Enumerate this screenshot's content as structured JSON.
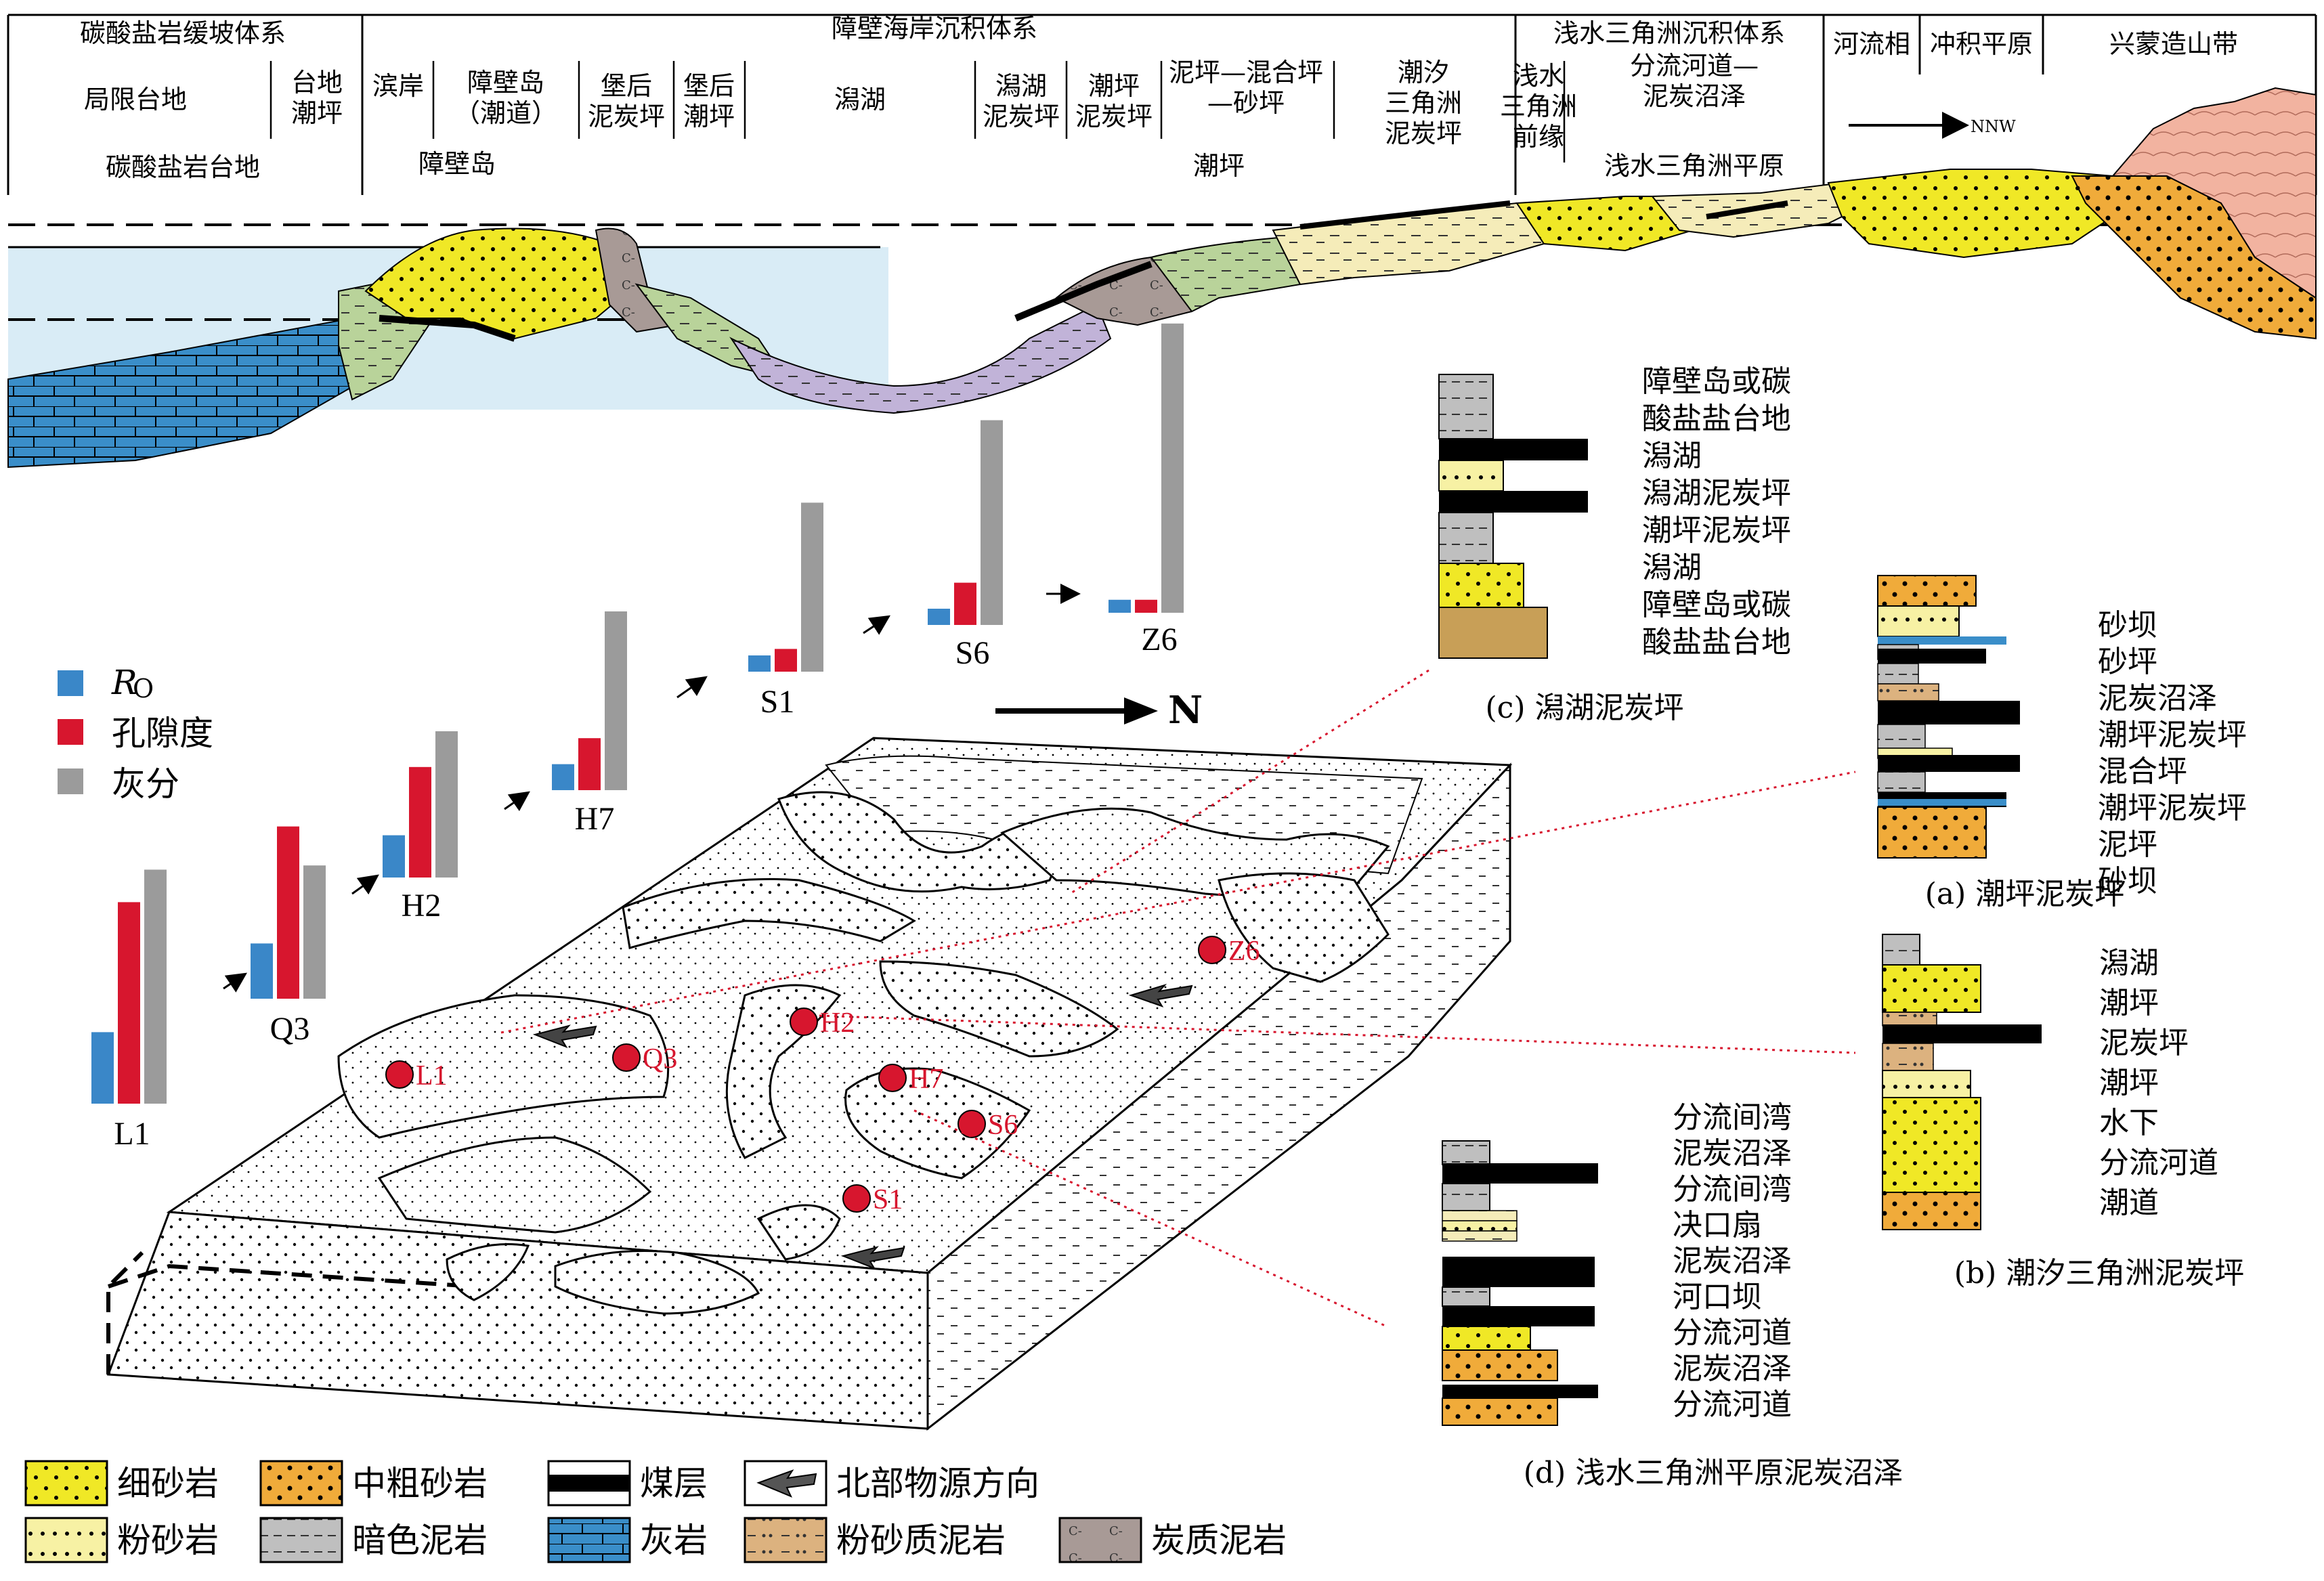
{
  "header": {
    "sys_carbonate": "碳酸盐岩缓坡体系",
    "sys_barrier": "障壁海岸沉积体系",
    "sys_delta": "浅水三角洲沉积体系",
    "sub": {
      "restricted_platform": "局限台地",
      "platform_tidal_flat_1": "台地",
      "platform_tidal_flat_2": "潮坪",
      "shore": "滨岸",
      "barrier_island_1": "障壁岛",
      "barrier_island_2": "（潮道）",
      "back_barrier_peat_1": "堡后",
      "back_barrier_peat_2": "泥炭坪",
      "back_barrier_tidal_1": "堡后",
      "back_barrier_tidal_2": "潮坪",
      "lagoon": "潟湖",
      "lagoon_peat_1": "潟湖",
      "lagoon_peat_2": "泥炭坪",
      "tidal_peat_1": "潮坪",
      "tidal_peat_2": "泥炭坪",
      "mud_mixed_sand_1": "泥坪—混合坪",
      "mud_mixed_sand_2": "—砂坪",
      "tidal_delta_1": "潮汐",
      "tidal_delta_2": "三角洲",
      "tidal_delta_3": "泥炭坪",
      "front_1": "浅水",
      "front_2": "三角洲",
      "front_3": "前缘",
      "distributary_1": "分流河道—",
      "distributary_2": "泥炭沼泽",
      "fluvial": "河流相",
      "alluvial": "冲积平原",
      "orogen": "兴蒙造山带",
      "carbonate_platform": "碳酸盐岩台地",
      "barrier_island": "障壁岛",
      "tidal_flat": "潮坪",
      "delta_plain": "浅水三角洲平原",
      "direction": "NNW"
    }
  },
  "bar_legend": {
    "ro_label_italic": "R",
    "ro_label_sub": "O",
    "porosity": "孔隙度",
    "ash": "灰分"
  },
  "bar_colors": {
    "ro": "#3a87c8",
    "porosity": "#d7162e",
    "ash": "#9b9b9b"
  },
  "bar_groups": [
    {
      "name": "L1",
      "ro": 0.22,
      "porosity": 0.62,
      "ash": 0.72
    },
    {
      "name": "Q3",
      "ro": 0.17,
      "porosity": 0.53,
      "ash": 0.41
    },
    {
      "name": "H2",
      "ro": 0.13,
      "porosity": 0.34,
      "ash": 0.45
    },
    {
      "name": "H7",
      "ro": 0.08,
      "porosity": 0.16,
      "ash": 0.55
    },
    {
      "name": "S1",
      "ro": 0.05,
      "porosity": 0.07,
      "ash": 0.52
    },
    {
      "name": "S6",
      "ro": 0.05,
      "porosity": 0.13,
      "ash": 0.63
    },
    {
      "name": "Z6",
      "ro": 0.04,
      "porosity": 0.04,
      "ash": 0.89
    }
  ],
  "north_label": "N",
  "map_points": [
    {
      "name": "L1"
    },
    {
      "name": "Q3"
    },
    {
      "name": "H2"
    },
    {
      "name": "H7"
    },
    {
      "name": "S6"
    },
    {
      "name": "S1"
    },
    {
      "name": "Z6"
    }
  ],
  "columns": {
    "c": {
      "title": "(c) 潟湖泥炭坪",
      "labels": [
        "障壁岛或碳",
        "酸盐盐台地",
        "潟湖",
        "潟湖泥炭坪",
        "潮坪泥炭坪",
        "潟湖",
        "障壁岛或碳",
        "酸盐盐台地"
      ]
    },
    "a": {
      "title": "(a) 潮坪泥炭坪",
      "labels": [
        "砂坝",
        "砂坪",
        "泥炭沼泽",
        "潮坪泥炭坪",
        "混合坪",
        "潮坪泥炭坪",
        "泥坪",
        "砂坝"
      ]
    },
    "b": {
      "title": "(b) 潮汐三角洲泥炭坪",
      "labels": [
        "潟湖",
        "潮坪",
        "泥炭坪",
        "潮坪",
        "水下",
        "分流河道",
        "潮道"
      ]
    },
    "d": {
      "title": "(d) 浅水三角洲平原泥炭沼泽",
      "labels": [
        "分流间湾",
        "泥炭沼泽",
        "分流间湾",
        "决口扇",
        "泥炭沼泽",
        "河口坝",
        "分流河道",
        "泥炭沼泽",
        "分流河道"
      ]
    }
  },
  "legend": [
    {
      "label": "细砂岩",
      "color": "#f0e826"
    },
    {
      "label": "中粗砂岩",
      "color": "#f0ab3a"
    },
    {
      "label": "煤层",
      "color": "#000000"
    },
    {
      "label": "北部物源方向",
      "color": "#555555"
    },
    {
      "label": "粉砂岩",
      "color": "#f7f1a4"
    },
    {
      "label": "暗色泥岩",
      "color": "#bfbfbf"
    },
    {
      "label": "灰岩",
      "color": "#3a8ec9"
    },
    {
      "label": "粉砂质泥岩",
      "color": "#dcb27f"
    },
    {
      "label": "炭质泥岩",
      "color": "#a89a96"
    }
  ]
}
